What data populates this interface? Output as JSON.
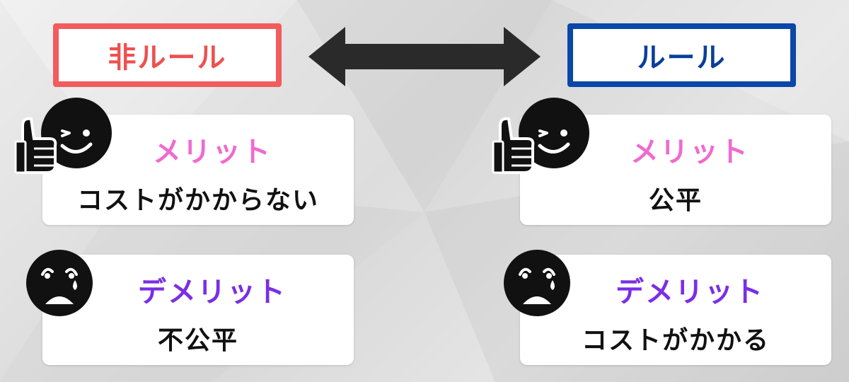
{
  "left": {
    "title": "非ルール",
    "merit": {
      "label": "メリット",
      "value": "コストがかからない"
    },
    "demerit": {
      "label": "デメリット",
      "value": "不公平"
    }
  },
  "right": {
    "title": "ルール",
    "merit": {
      "label": "メリット",
      "value": "公平"
    },
    "demerit": {
      "label": "デメリット",
      "value": "コストがかかる"
    }
  },
  "colors": {
    "left_accent": "#f25c5c",
    "right_accent": "#0a47a8",
    "merit_label": "#f06ad0",
    "demerit_label": "#7a2ee6",
    "arrow": "#2a2a2a"
  },
  "icons": {
    "merit": "wink-thumbs-up-face-icon",
    "demerit": "crying-sad-face-icon",
    "arrow": "double-headed-arrow-icon"
  }
}
